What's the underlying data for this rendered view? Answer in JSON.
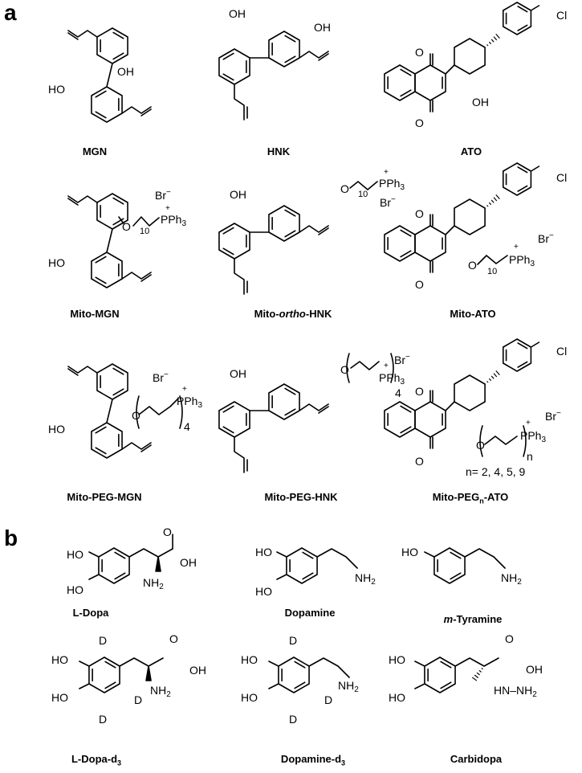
{
  "panels": {
    "a": "a",
    "b": "b"
  },
  "compounds": {
    "mgn": "MGN",
    "hnk": "HNK",
    "ato": "ATO",
    "mito_mgn": "Mito-MGN",
    "mito_ortho_hnk_pre": "Mito-",
    "mito_ortho_hnk_it": "ortho",
    "mito_ortho_hnk_post": "-HNK",
    "mito_ato": "Mito-ATO",
    "mito_peg_mgn": "Mito-PEG-MGN",
    "mito_peg_hnk": "Mito-PEG-HNK",
    "mito_pegn_ato_pre": "Mito-PEG",
    "mito_pegn_ato_sub": "n",
    "mito_pegn_ato_post": "-ATO",
    "l_dopa": "L-Dopa",
    "dopamine": "Dopamine",
    "m_tyramine_it": "m",
    "m_tyramine_post": "-Tyramine",
    "l_dopa_d3_pre": "L-Dopa-d",
    "l_dopa_d3_sub": "3",
    "dopamine_d3_pre": "Dopamine-d",
    "dopamine_d3_sub": "3",
    "carbidopa": "Carbidopa"
  },
  "atoms": {
    "oh": "OH",
    "ho": "HO",
    "o": "O",
    "cl": "Cl",
    "br": "Br",
    "minus": "−",
    "plus": "+",
    "pph3": "PPh",
    "three": "3",
    "ten": "10",
    "four": "4",
    "n": "n",
    "nh2": "NH",
    "two": "2",
    "d": "D",
    "hn_nh2": "HN–NH",
    "n_values": "n= 2, 4, 5, 9"
  }
}
